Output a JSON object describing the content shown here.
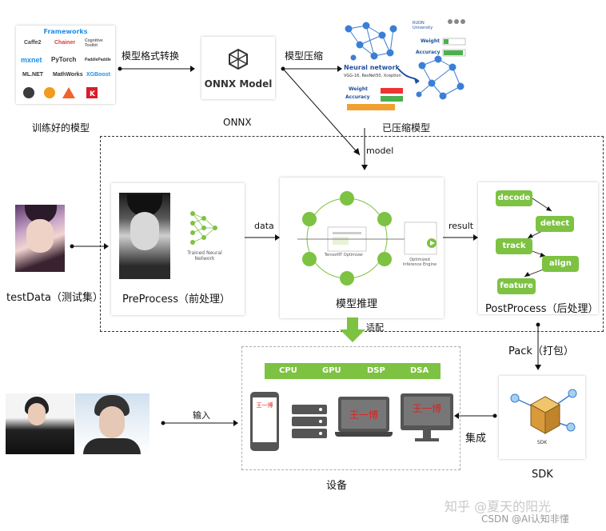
{
  "frameworks": {
    "title": "Frameworks",
    "logos": [
      "Caffe2",
      "Chainer",
      "Cognitive Toolkit",
      "mxnet",
      "PyTorch",
      "PaddlePaddle",
      "ML.NET",
      "MathWorks",
      "XGBoost"
    ]
  },
  "top": {
    "trained_label": "训练好的模型",
    "arrow_convert": "模型格式转换",
    "onnx_box": "ONNX Model",
    "onnx_label": "ONNX",
    "arrow_compress": "模型压缩",
    "compressed_label": "已压缩模型",
    "nn_title": "Neural network",
    "nn_sub": "VGG-16, ResNet50, Xception",
    "weight": "Weight",
    "accuracy": "Accuracy",
    "rudn": "RUDN University",
    "model_arrow": "model"
  },
  "middle": {
    "testdata_label": "testData（测试集）",
    "preprocess_label": "PreProcess（前处理）",
    "trained_nn": "Trained Neural Network",
    "data_arrow": "data",
    "inference_label": "模型推理",
    "optimizer": "TensorRT Optimizer",
    "engine": "Optimized Inference Engine",
    "result_arrow": "result",
    "post_steps": [
      "decode",
      "detect",
      "track",
      "align",
      "feature"
    ],
    "postprocess_label": "PostProcess（后处理）"
  },
  "bottom": {
    "adapt": "适配",
    "pack": "Pack（打包）",
    "sdk_label": "SDK",
    "sdk_small": "SDK",
    "input_arrow": "输入",
    "integrate": "集成",
    "device_label": "设备",
    "hw": [
      "CPU",
      "GPU",
      "DSP",
      "DSA"
    ],
    "screen_text": "王一博"
  },
  "watermark": {
    "zhihu": "知乎 @夏天的阳光",
    "csdn": "CSDN @AI认知非懂"
  },
  "colors": {
    "green": "#7dc242",
    "dark": "#333333",
    "accent": "#1f8fe6"
  }
}
